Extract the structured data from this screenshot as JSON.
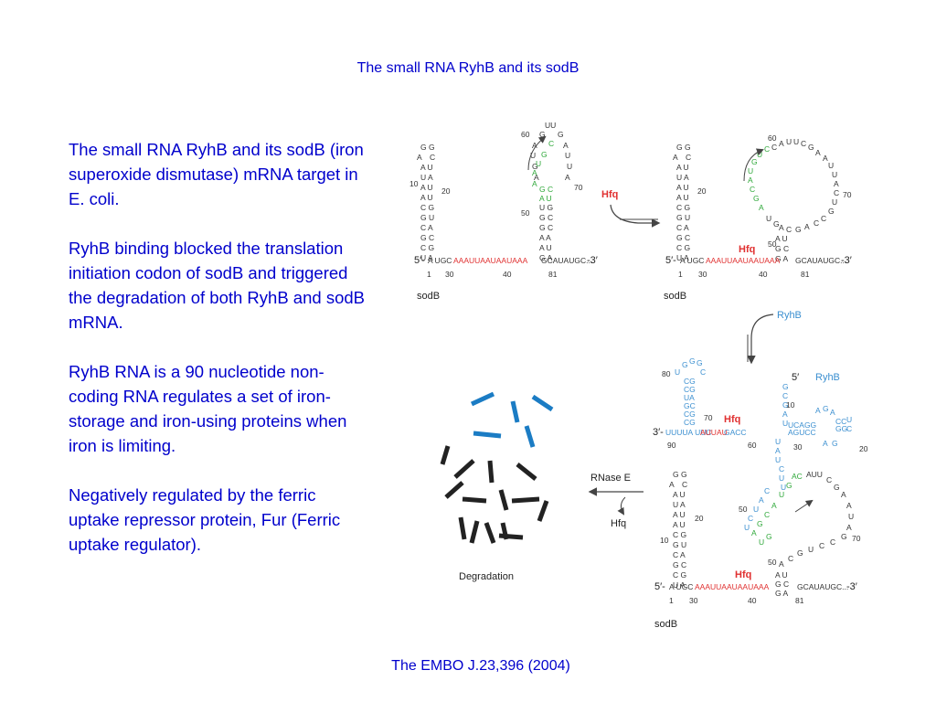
{
  "slide": {
    "title": "The small RNA RyhB and its sodB",
    "paragraphs": [
      "The small RNA RyhB and its sodB (iron superoxide dismutase) mRNA target in E. coli.",
      "RyhB binding blocked the translation initiation codon of sodB and triggered the degradation of both RyhB and sodB mRNA.",
      "RyhB RNA is a 90 nucleotide non-coding RNA regulates a set of iron-storage and iron-using proteins when iron is limiting.",
      "Negatively regulated by the ferric uptake repressor protein, Fur (Ferric uptake regulator)."
    ],
    "citation": "The EMBO J.23,396 (2004)"
  },
  "figure": {
    "labels": {
      "sodb": "sodB",
      "hfq": "Hfq",
      "ryhb": "RyhB",
      "rnase_e": "RNase E",
      "degradation": "Degradation",
      "five_prime": "5′-",
      "three_prime": "-3′",
      "three_prime_left": "3′-",
      "five_prime_top": "5′"
    },
    "sequences": {
      "red_segment": "AAAUUAAUAAUAAA",
      "red_segment_short": "AUUAU",
      "sod_5end": "A UGC",
      "sod_3end": "GCAUAUGC...",
      "ryhb_3end": "UUUUA UUC",
      "ryhb_pair": "GACC"
    },
    "positions": {
      "n1": "1",
      "n10": "10",
      "n20": "20",
      "n30": "30",
      "n40": "40",
      "n50": "50",
      "n60": "60",
      "n70": "70",
      "n80": "80",
      "n81": "81",
      "n90": "90"
    },
    "colors": {
      "sodb_seq": "#e03030",
      "hfq": "#e03030",
      "ryhb": "#3b8fd0",
      "green": "#2fa83a",
      "fragment_blue": "#1b7cc4",
      "fragment_dark": "#222222"
    }
  }
}
